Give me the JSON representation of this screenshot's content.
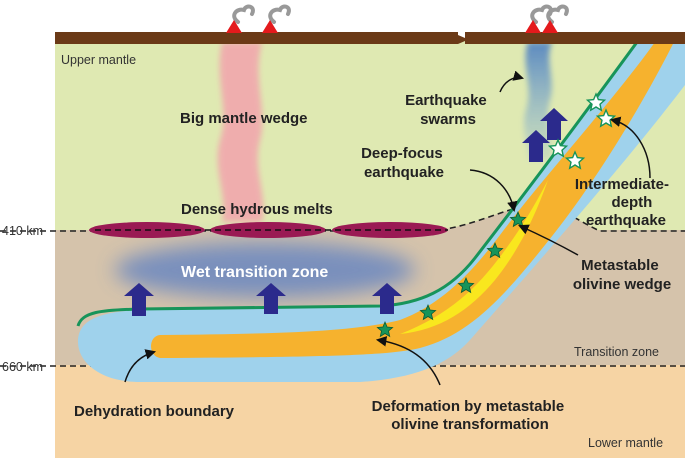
{
  "labels": {
    "upper_mantle": "Upper mantle",
    "transition_zone": "Transition zone",
    "lower_mantle": "Lower mantle",
    "depth_410": "410 km",
    "depth_660": "660 km",
    "big_mantle_wedge": "Big mantle wedge",
    "dense_hydrous_melts": "Dense hydrous melts",
    "wet_transition_zone": "Wet transition zone",
    "earthquake_swarms": [
      "Earthquake",
      "swarms"
    ],
    "deep_focus_earthquake": [
      "Deep-focus",
      "earthquake"
    ],
    "intermediate_depth_earthquake": [
      "Intermediate-",
      "depth",
      "earthquake"
    ],
    "metastable_olivine_wedge": [
      "Metastable",
      "olivine wedge"
    ],
    "dehydration_boundary": "Dehydration boundary",
    "deformation": [
      "Deformation by metastable",
      "olivine transformation"
    ]
  },
  "colors": {
    "upper_mantle": "#dfe9b2",
    "transition_zone": "#d5c3ab",
    "lower_mantle": "#f6d4a4",
    "crust": "#6b3a17",
    "slab": "#9fd2ec",
    "olivine_wedge": "#f6b22e",
    "slab_top_line": "#17945a",
    "melts": "#9a1a54",
    "arrow": "#2b2a8c",
    "volcano": "#e41a1c",
    "mantle_wedge": "#f1a7ad",
    "wet_zone": "#5b7fc3"
  }
}
